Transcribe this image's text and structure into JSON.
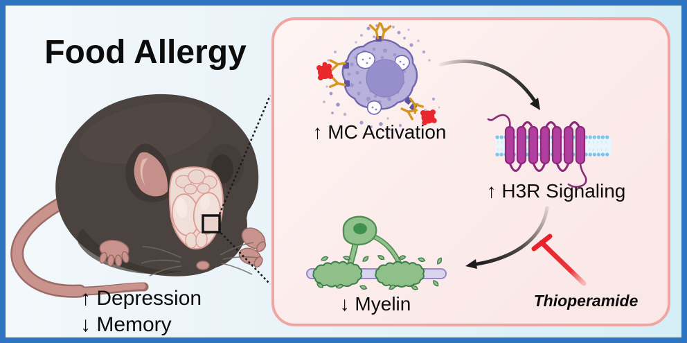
{
  "title": "Food Allergy",
  "outcomes": [
    "↑ Depression",
    "↓ Memory"
  ],
  "panel": {
    "mc_label": "↑ MC Activation",
    "h3r_label": "↑ H3R Signaling",
    "myelin_label": "↓ Myelin",
    "inhibitor_label": "Thioperamide"
  },
  "icons": [
    "mouse-with-exposed-brain-icon",
    "brain-zoom-square-icon",
    "zoom-callout-dotted-lines-icon",
    "mast-cell-icon",
    "ige-antibody-icon",
    "allergen-icon",
    "h3-receptor-membrane-icon",
    "oligodendrocyte-demyelination-icon",
    "curved-arrow-icon",
    "inhibition-tbar-icon"
  ],
  "colors": {
    "outer-border": "#2e74c1",
    "bg-left": "#f3f8fb",
    "bg-right": "#d5eef6",
    "panel-border": "#f0a5a2",
    "panel-bg": "#fbebea",
    "text": "#0c0c0c",
    "arrow-black": "#1d1d1d",
    "inhibitor-red": "#e8222a",
    "mast-cell-purple": "#b8b1db",
    "granule-purple": "#8e86c5",
    "nucleus-purple": "#978fcb",
    "antibody-gold": "#d6951f",
    "allergen-red": "#e8282c",
    "receptor-magenta": "#b23f9f",
    "receptor-outline": "#8a2a78",
    "membrane-blue": "#7fc4e6",
    "oligo-green": "#92c28c",
    "oligo-outline": "#4f8f55",
    "axon-lavender": "#d8d4ee",
    "mouse-fur": "#4b433f",
    "mouse-pink": "#c9948e",
    "brain-cream": "#eedbd4",
    "brain-outline": "#d99b93"
  }
}
